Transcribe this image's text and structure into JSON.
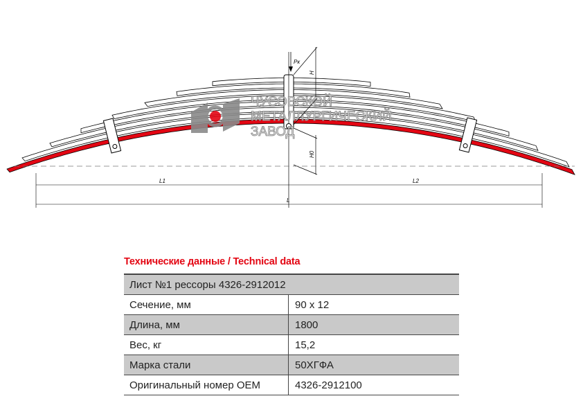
{
  "drawing": {
    "load_label": "Pк",
    "height_label": "H",
    "height0_label": "H0",
    "l1_label": "L1",
    "l2_label": "L2",
    "l_label": "L",
    "colors": {
      "main_leaf": "#e30613",
      "line": "#000000",
      "dash": "#777777"
    }
  },
  "logo": {
    "lines": [
      "ЧУСОВСКОЙ",
      "МЕТАЛЛУРГИЧЕСКИЙ",
      "ЗАВОД"
    ],
    "colors": {
      "gray": "#8a8a8a",
      "red": "#e30613"
    }
  },
  "specs": {
    "title": "Технические данные / Technical data",
    "header": "Лист №1 рессоры 4326-2912012",
    "rows": [
      {
        "label": "Сечение, мм",
        "value": "90 х 12"
      },
      {
        "label": "Длина, мм",
        "value": "1800"
      },
      {
        "label": "Вес, кг",
        "value": "15,2"
      },
      {
        "label": "Марка стали",
        "value": "50ХГФА"
      },
      {
        "label": "Оригинальный номер OEM",
        "value": "4326-2912100"
      }
    ]
  }
}
